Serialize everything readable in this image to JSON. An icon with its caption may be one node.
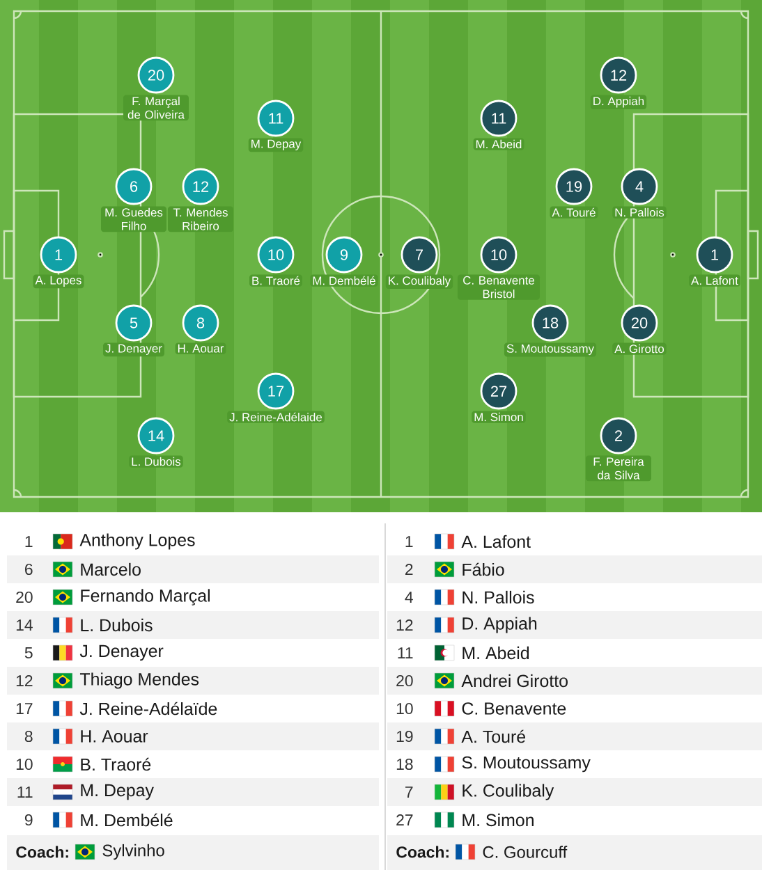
{
  "diagram": {
    "nodes": [
      {
        "text": [
          "20",
          "F. Marçal de Oliveira"
        ]
      },
      {
        "text": [
          "12",
          "D. Appiah"
        ]
      },
      {
        "text": [
          "11",
          "M. Depay"
        ]
      },
      {
        "text": [
          "11",
          "M. Abeid"
        ]
      },
      {
        "text": [
          "6",
          "M. Guedes Filho"
        ]
      },
      {
        "text": [
          "12",
          "T. Mendes Ribeiro"
        ]
      },
      {
        "text": [
          "19",
          "A. Touré"
        ]
      },
      {
        "text": [
          "4",
          "N. Pallois"
        ]
      },
      {
        "text": [
          "1",
          "A. Lopes"
        ]
      },
      {
        "text": [
          "10",
          "B. Traoré"
        ]
      },
      {
        "text": [
          "9",
          "M. Dembélé"
        ]
      },
      {
        "text": [
          "7",
          "K. Coulibaly"
        ]
      },
      {
        "text": [
          "10",
          "C. Benavente Bristol"
        ]
      },
      {
        "text": [
          "1",
          "A. Lafont"
        ]
      },
      {
        "text": [
          "5",
          "J. Denayer"
        ]
      },
      {
        "text": [
          "8",
          "H. Aouar"
        ]
      },
      {
        "text": [
          "18",
          "S. Moutoussamy"
        ]
      },
      {
        "text": [
          "20",
          "A. Girotto"
        ]
      },
      {
        "text": [
          "17",
          "J. Reine-Adélaide"
        ]
      },
      {
        "text": [
          "27",
          "M. Simon"
        ]
      },
      {
        "text": [
          "14",
          "L. Dubois"
        ]
      },
      {
        "text": [
          "2",
          "F. Pereira da Silva"
        ]
      }
    ],
    "labels": [
      "1",
      "Anthony Lopes",
      "6",
      "Marcelo",
      "20",
      "Fernando Marçal",
      "14",
      "L. Dubois",
      "5",
      "J. Denayer",
      "12",
      "Thiago Mendes",
      "17",
      "J. Reine-Adélaïde",
      "8",
      "H. Aouar",
      "10",
      "B. Traoré",
      "11",
      "M. Depay",
      "9",
      "M. Dembélé",
      "Coach:",
      "Sylvinho",
      "1",
      "A. Lafont",
      "2",
      "Fábio",
      "4",
      "N. Pallois",
      "12",
      "D. Appiah",
      "11",
      "M. Abeid",
      "20",
      "Andrei Girotto",
      "10",
      "C. Benavente",
      "19",
      "A. Touré",
      "18",
      "S. Moutoussamy",
      "7",
      "K. Coulibaly",
      "27",
      "M. Simon",
      "Coach:",
      "C. Gourcuff"
    ]
  }
}
